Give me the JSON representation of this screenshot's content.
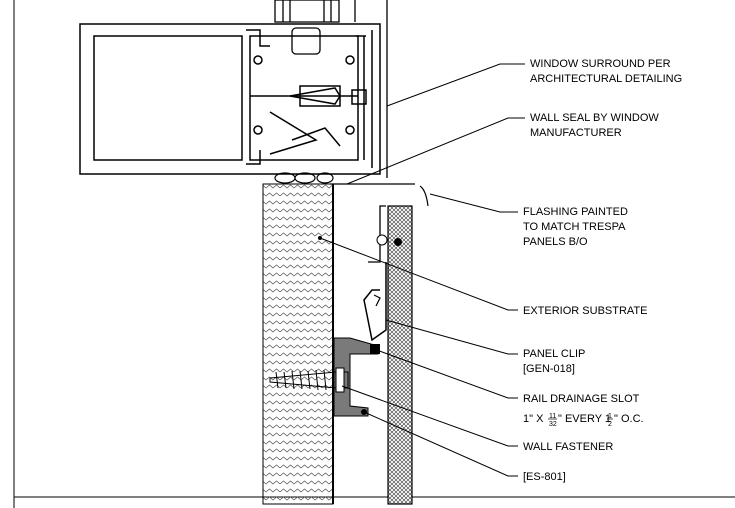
{
  "labels": {
    "window_surround_1": "WINDOW SURROUND PER",
    "window_surround_2": "ARCHITECTURAL DETAILING",
    "wall_seal_1": "WALL SEAL BY WINDOW",
    "wall_seal_2": "MANUFACTURER",
    "flashing_1": "FLASHING PAINTED",
    "flashing_2": "TO MATCH TRESPA",
    "flashing_3": "PANELS B/O",
    "exterior_substrate": "EXTERIOR SUBSTRATE",
    "panel_clip_1": "PANEL CLIP",
    "panel_clip_2": "[GEN-018]",
    "rail_drainage_1": "RAIL DRAINAGE SLOT",
    "rail_drainage_2a": "1\" X ",
    "rail_drainage_frac_num": "11",
    "rail_drainage_frac_den": "32",
    "rail_drainage_2b": "\" EVERY 1",
    "rail_drainage_frac2_num": "1",
    "rail_drainage_frac2_den": "2",
    "rail_drainage_2c": "\" O.C.",
    "wall_fastener": "WALL FASTENER",
    "es_801": "[ES-801]"
  }
}
